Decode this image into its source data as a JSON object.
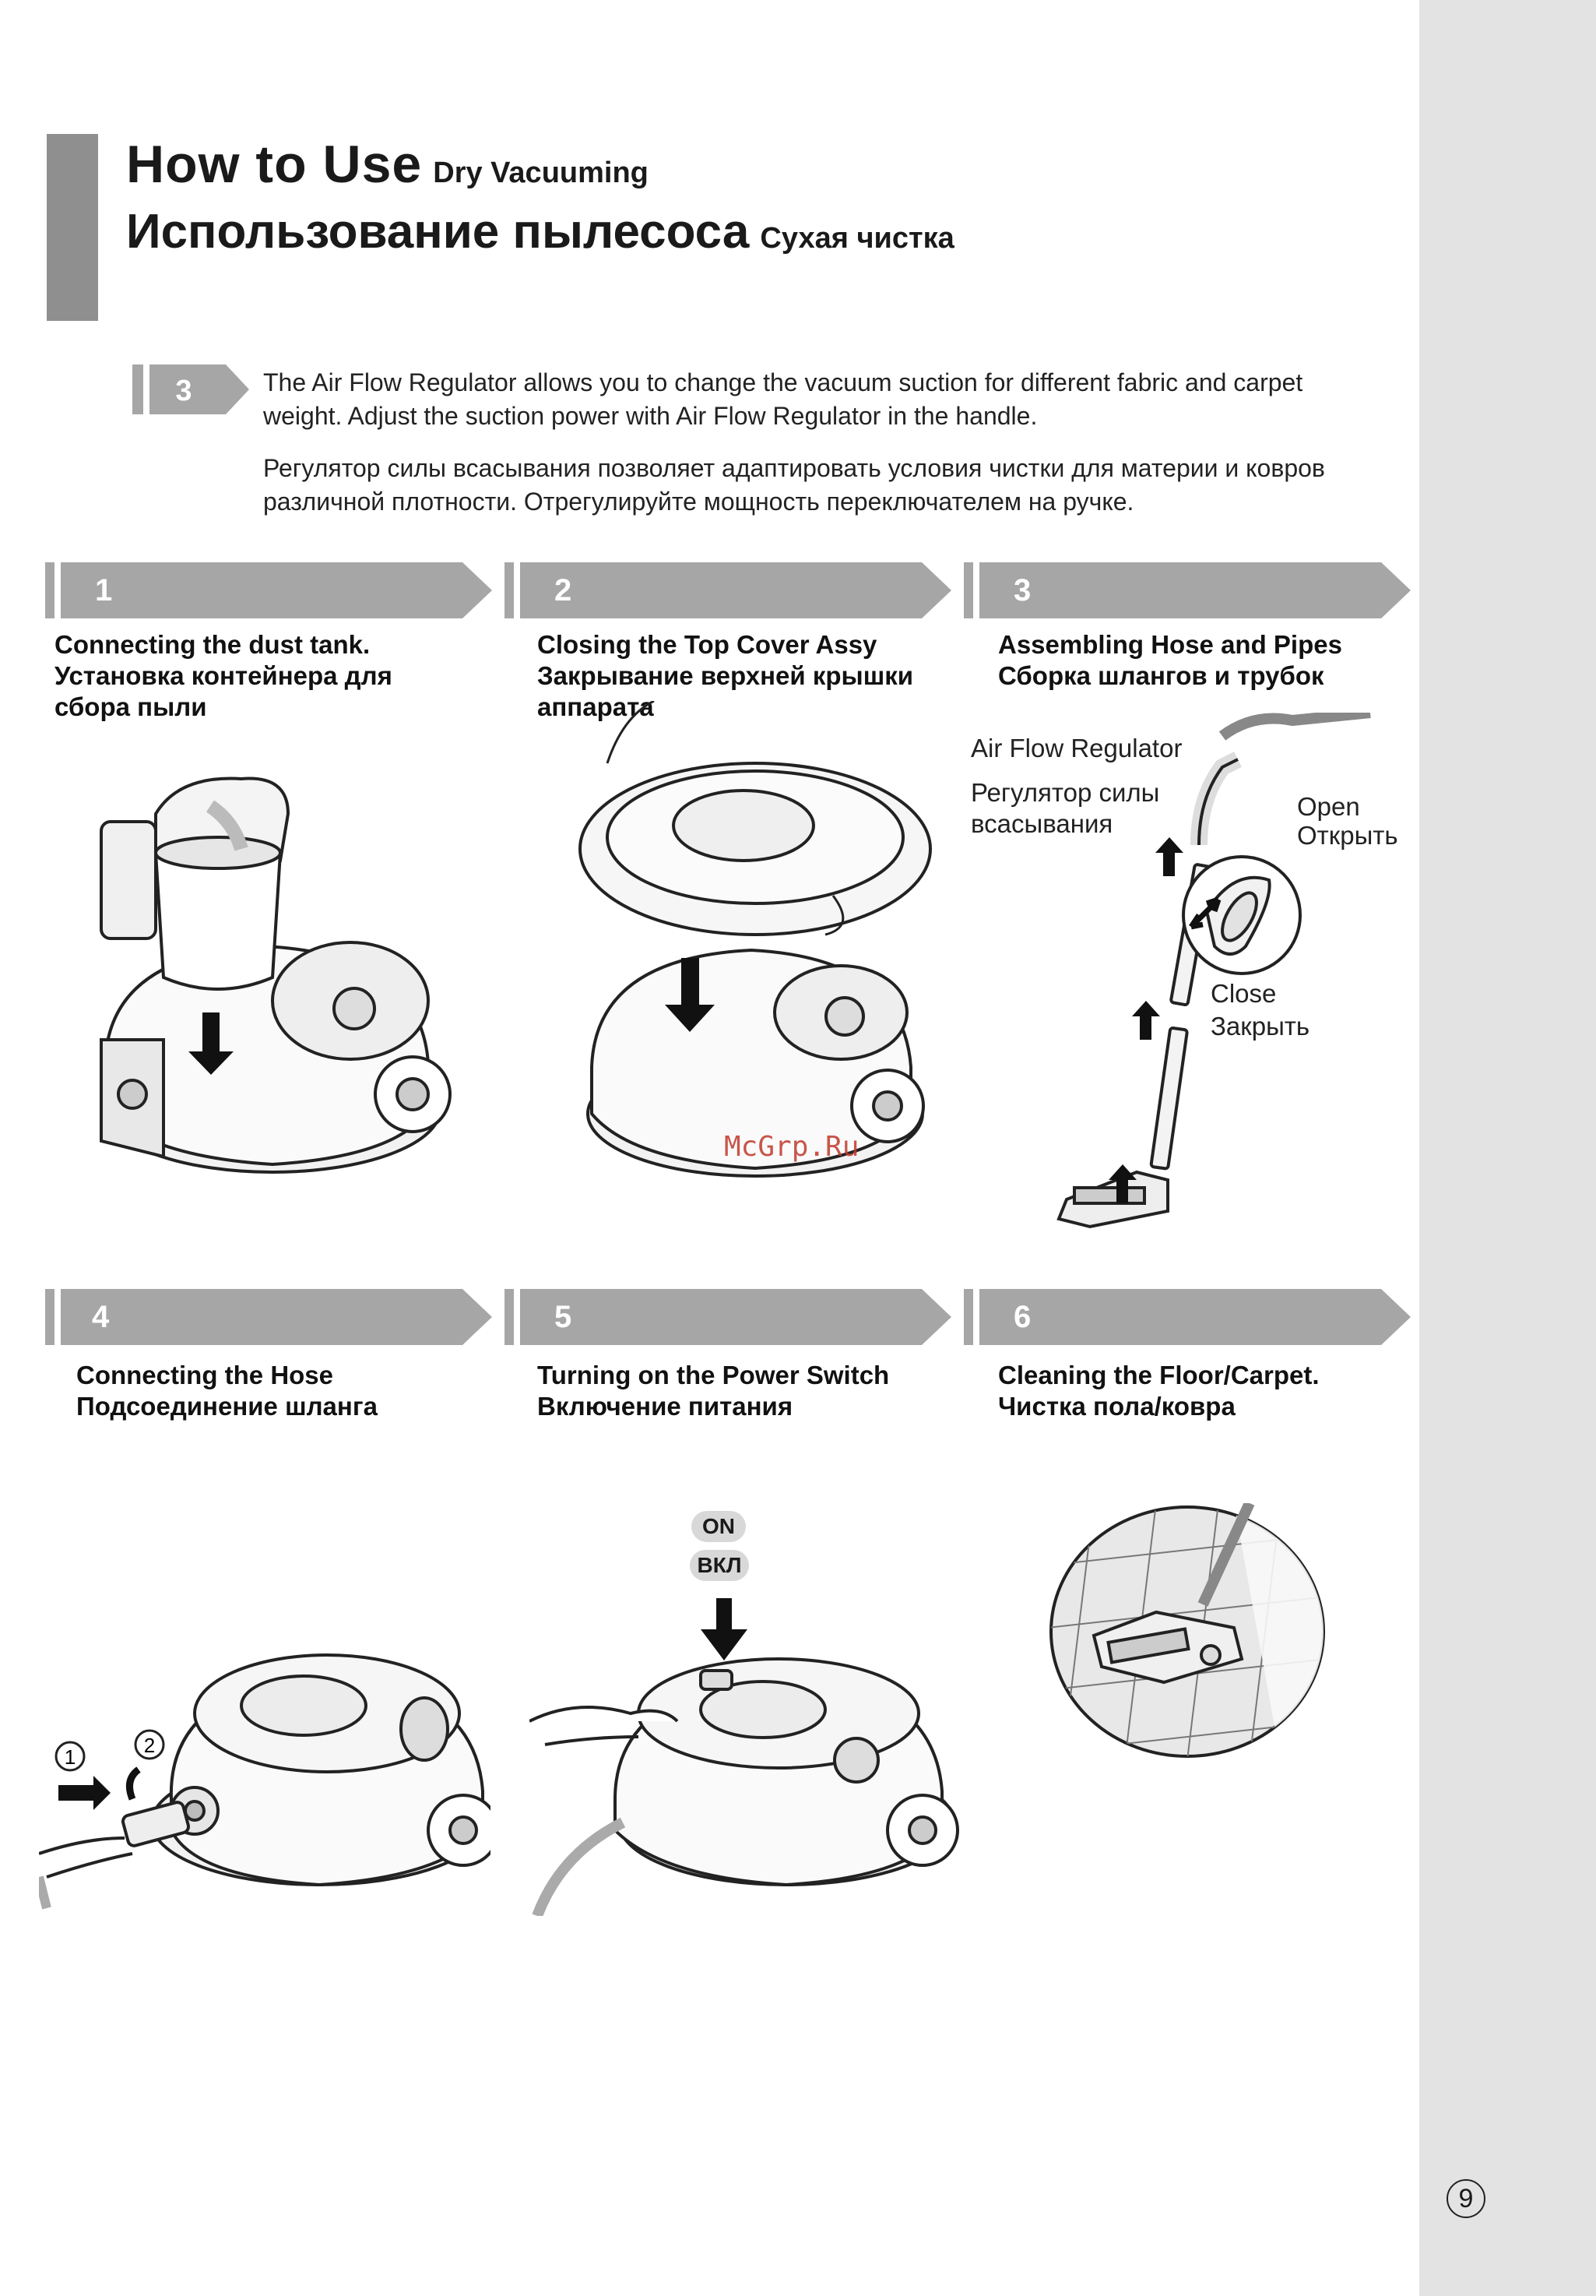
{
  "header": {
    "title_en": "How to Use",
    "subtitle_en": "Dry Vacuuming",
    "title_ru": "Использование пылесоса",
    "subtitle_ru": "Сухая чистка"
  },
  "note": {
    "number": "3",
    "text_en_1": "The Air Flow Regulator allows you to change the vacuum suction for different fabric and carpet",
    "text_en_2": "weight. Adjust the suction power with Air Flow Regulator in the handle.",
    "text_ru_1": "Регулятор силы всасывания позволяет адаптировать условия чистки для материи и ковров",
    "text_ru_2": "различной плотности. Отрегулируйте мощность переключателем на ручке."
  },
  "steps": [
    {
      "number": "1",
      "line1": "Connecting the dust tank.",
      "line2": "Установка контейнера для",
      "line3": "сбора пыли"
    },
    {
      "number": "2",
      "line1": "Closing the Top Cover Assy",
      "line2": "Закрывание верхней крышки",
      "line3": "аппарата"
    },
    {
      "number": "3",
      "line1": "Assembling Hose and Pipes",
      "line2": "Сборка шлангов и трубок",
      "line3": ""
    },
    {
      "number": "4",
      "line1": "Connecting the Hose",
      "line2": "Подсоединение шланга",
      "line3": ""
    },
    {
      "number": "5",
      "line1": "Turning on the Power Switch",
      "line2": "Включение питания",
      "line3": ""
    },
    {
      "number": "6",
      "line1": "Cleaning the Floor/Carpet.",
      "line2": "Чистка пола/ковра",
      "line3": ""
    }
  ],
  "labels": {
    "airflow_en": "Air Flow Regulator",
    "airflow_ru_1": "Регулятор силы",
    "airflow_ru_2": "всасывания",
    "open_en": "Open",
    "open_ru": "Открыть",
    "close_en": "Close",
    "close_ru": "Закрыть",
    "on_en": "ON",
    "on_ru": "ВКЛ",
    "circle_1": "1",
    "circle_2": "2"
  },
  "watermark": "McGrp.Ru",
  "page_number": "9",
  "colors": {
    "bar": "#a6a6a6",
    "side_band": "#e3e3e3",
    "title_bar": "#8f8f8f"
  }
}
